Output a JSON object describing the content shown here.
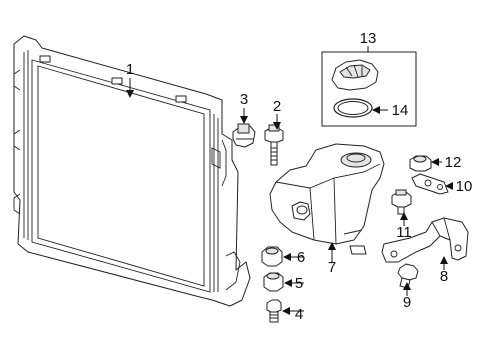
{
  "callouts": [
    {
      "id": "c1",
      "number": "1",
      "part": "radiator"
    },
    {
      "id": "c2",
      "number": "2",
      "part": "bolt-long"
    },
    {
      "id": "c3",
      "number": "3",
      "part": "upper-mount"
    },
    {
      "id": "c4",
      "number": "4",
      "part": "small-bolt"
    },
    {
      "id": "c5",
      "number": "5",
      "part": "lower-insulator"
    },
    {
      "id": "c6",
      "number": "6",
      "part": "insulator"
    },
    {
      "id": "c7",
      "number": "7",
      "part": "coolant-reservoir"
    },
    {
      "id": "c8",
      "number": "8",
      "part": "reservoir-bracket"
    },
    {
      "id": "c9",
      "number": "9",
      "part": "bracket-bolt"
    },
    {
      "id": "c10",
      "number": "10",
      "part": "support-plate"
    },
    {
      "id": "c11",
      "number": "11",
      "part": "reservoir-bolt"
    },
    {
      "id": "c12",
      "number": "12",
      "part": "grommet"
    },
    {
      "id": "c13",
      "number": "13",
      "part": "cap-assembly"
    },
    {
      "id": "c14",
      "number": "14",
      "part": "o-ring"
    }
  ],
  "colors": {
    "line": "#222222",
    "shade": "#e4e4e4",
    "background": "#ffffff"
  }
}
